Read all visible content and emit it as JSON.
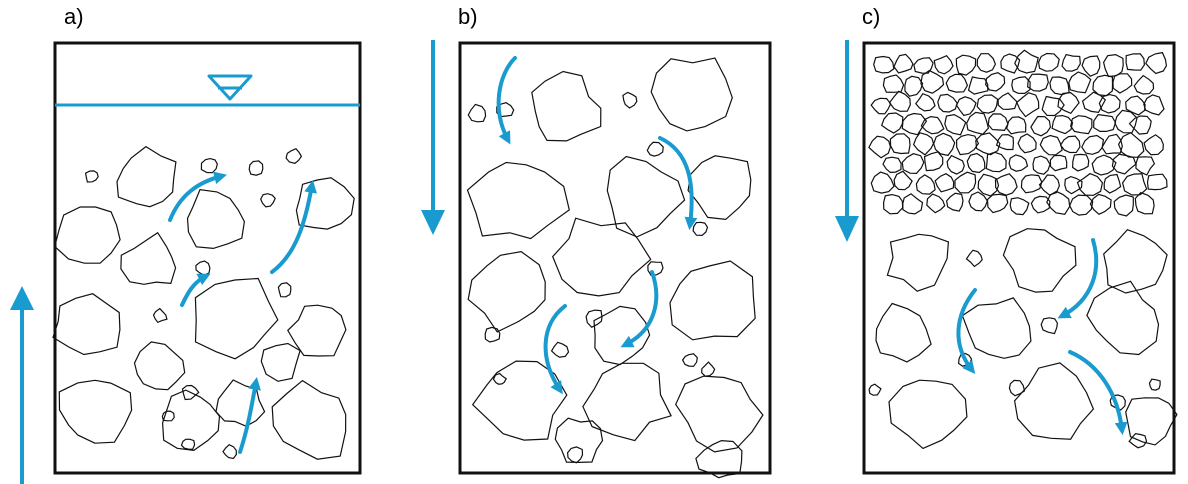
{
  "panels": [
    {
      "label": "a)"
    },
    {
      "label": "b)"
    },
    {
      "label": "c)"
    }
  ],
  "colors": {
    "flow": "#1a9bd0",
    "outline": "#111111",
    "background": "#ffffff"
  },
  "icons": {
    "water_level": "inverted-triangle-water-level-icon",
    "flow_arrow": "curved-arrow-icon",
    "direction_arrow": "straight-arrow-icon"
  }
}
